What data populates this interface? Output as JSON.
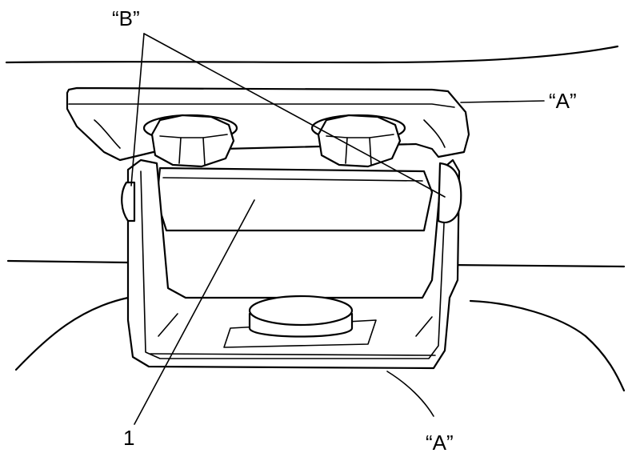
{
  "labels": {
    "top_b": "“B”",
    "right_a": "“A”",
    "bottom_a": "“A”",
    "part_number": "1"
  },
  "colors": {
    "line": "#000000",
    "background": "#ffffff"
  }
}
